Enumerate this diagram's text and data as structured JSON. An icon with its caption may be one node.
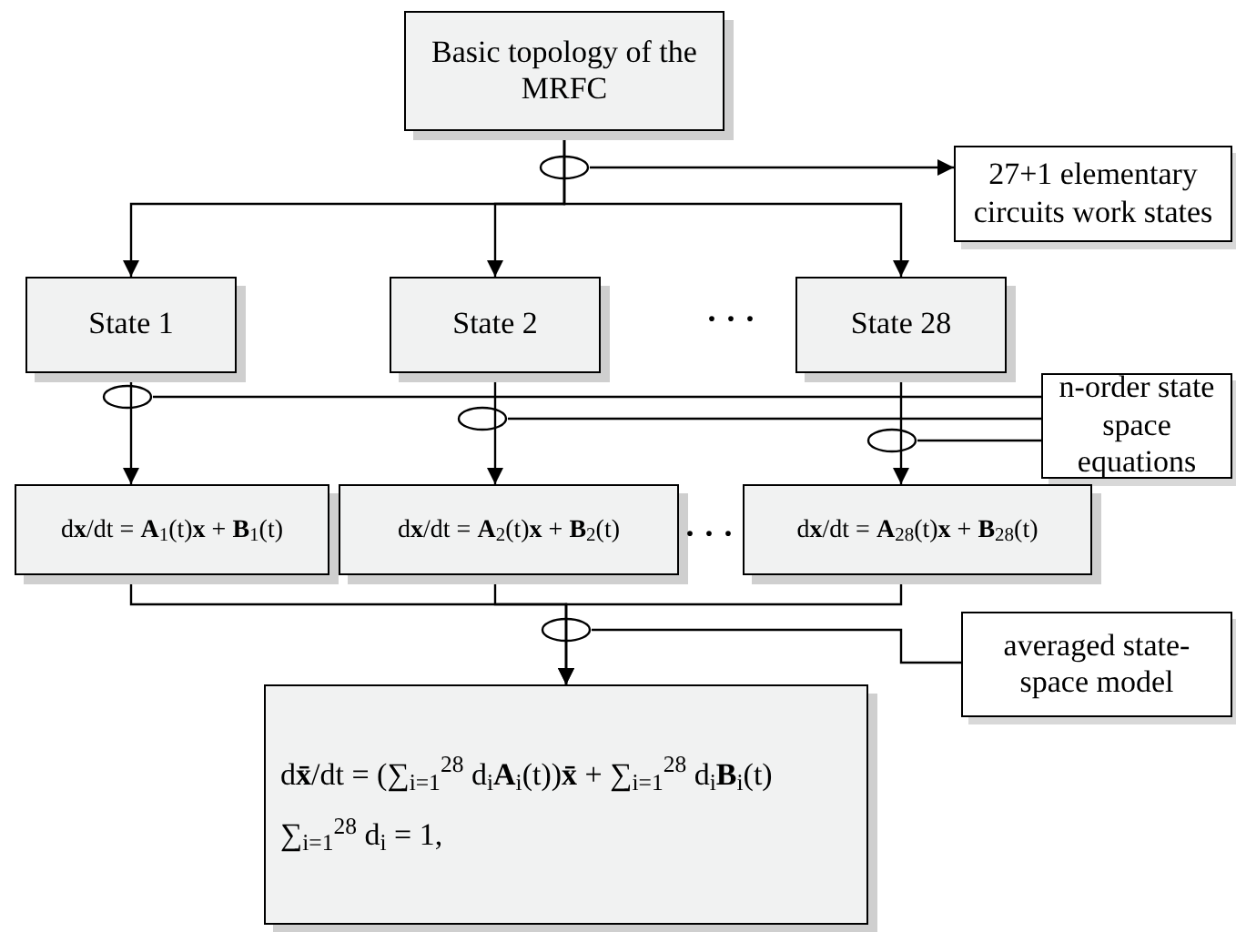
{
  "diagram": {
    "nodes": [
      {
        "text": [
          "Basic topology of the MRFC"
        ]
      },
      {
        "text": [
          "27+1 elementary circuits work states"
        ]
      },
      {
        "text": [
          "State 1"
        ]
      },
      {
        "text": [
          "State 2"
        ]
      },
      {
        "text": [
          "State 28"
        ]
      },
      {
        "text": [
          "n-order state space equations"
        ]
      },
      {
        "text": [
          "d**x**/dt = **A**$_{1}$(t)**x** + **B**$_{1}$(t)"
        ]
      },
      {
        "text": [
          "d**x**/dt = **A**$_{2}$(t)**x** + **B**$_{2}$(t)"
        ]
      },
      {
        "text": [
          "d**x**/dt = **A**$_{28}$(t)**x** + **B**$_{28}$(t)"
        ]
      },
      {
        "text": [
          "averaged state-space model"
        ]
      },
      {
        "text": [
          "d**x̄**/dt = (∑$_{i=1}$$^{28}$ d$_{i}$**A**$_{i}$(t))**x̄** + ∑$_{i=1}$$^{28}$ d$_{i}$**B**$_{i}$(t)",
          "∑$_{i=1}$$^{28}$ d$_{i}$ = 1,"
        ]
      },
      {
        "text": [],
        "shape": "ellipse"
      },
      {
        "text": [],
        "shape": "ellipse"
      },
      {
        "text": [],
        "shape": "ellipse"
      },
      {
        "text": [],
        "shape": "ellipse"
      },
      {
        "text": [],
        "shape": "ellipse"
      }
    ],
    "edges": [
      {
        "from": 0,
        "to": 2,
        "arrow": "to"
      },
      {
        "from": 0,
        "to": 3,
        "arrow": "to"
      },
      {
        "from": 0,
        "to": 4,
        "arrow": "to"
      },
      {
        "from": 11,
        "to": 1,
        "arrow": "to"
      },
      {
        "from": 2,
        "to": 6,
        "arrow": "to"
      },
      {
        "from": 3,
        "to": 7,
        "arrow": "to"
      },
      {
        "from": 4,
        "to": 8,
        "arrow": "to"
      },
      {
        "from": 12,
        "to": 5,
        "arrow": "none"
      },
      {
        "from": 13,
        "to": 5,
        "arrow": "none"
      },
      {
        "from": 14,
        "to": 5,
        "arrow": "none"
      },
      {
        "from": 6,
        "to": 10,
        "arrow": "to"
      },
      {
        "from": 7,
        "to": 10,
        "arrow": "to"
      },
      {
        "from": 8,
        "to": 10,
        "arrow": "to"
      },
      {
        "from": 15,
        "to": 9,
        "arrow": "none"
      }
    ],
    "labels": [
      "· · ·",
      "· · ·"
    ]
  }
}
